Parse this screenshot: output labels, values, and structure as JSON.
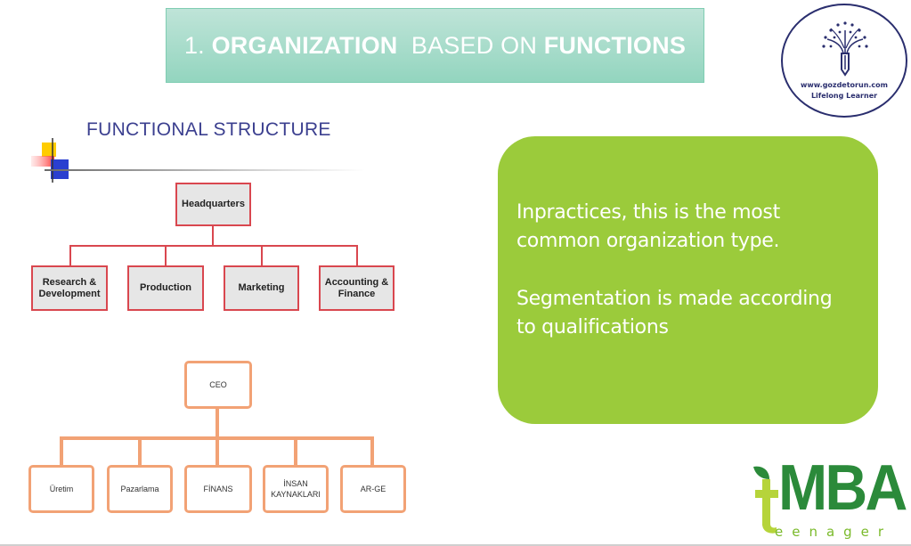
{
  "title": {
    "number": "1.",
    "part1_bold": "ORGANIZATION",
    "part2_thin": "BASED ON",
    "part3_bold": "FUNCTIONS"
  },
  "badge": {
    "icon": "tree-pencil-icon",
    "url": "www.gozdetorun.com",
    "tagline": "Lifelong Learner"
  },
  "functional_structure": {
    "title": "FUNCTIONAL STRUCTURE",
    "root": "Headquarters",
    "children": [
      {
        "line1": "Research &",
        "line2": "Development"
      },
      {
        "line1": "Production",
        "line2": ""
      },
      {
        "line1": "Marketing",
        "line2": ""
      },
      {
        "line1": "Accounting &",
        "line2": "Finance"
      }
    ]
  },
  "turkish_chart": {
    "root": "CEO",
    "children": [
      {
        "line1": "Üretim",
        "line2": ""
      },
      {
        "line1": "Pazarlama",
        "line2": ""
      },
      {
        "line1": "FİNANS",
        "line2": ""
      },
      {
        "line1": "İNSAN",
        "line2": "KAYNAKLARI"
      },
      {
        "line1": "AR-GE",
        "line2": ""
      }
    ]
  },
  "callout": {
    "paragraph1_line1": "Inpractices, this is the most",
    "paragraph1_line2": "common organization type.",
    "paragraph2_line1": "Segmentation is made according",
    "paragraph2_line2": "to qualifications"
  },
  "logo": {
    "letter": "t",
    "name": "MBA",
    "subtitle": "eenager"
  },
  "colors": {
    "banner": "#93d5bf",
    "callout": "#9bcb3b",
    "red_chart": "#d9474f",
    "orange_chart": "#f2a275",
    "heading_blue": "#3b3f8f",
    "logo_green": "#2b8a3a"
  }
}
